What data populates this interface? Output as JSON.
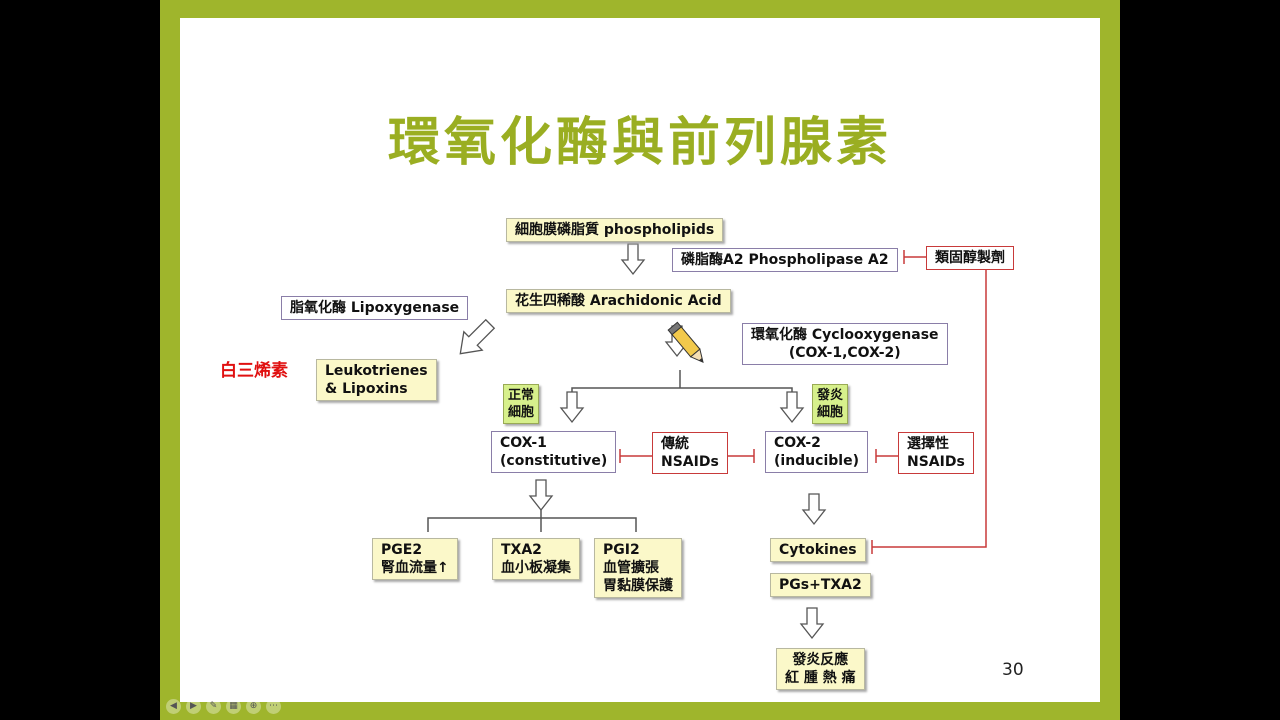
{
  "title": "環氧化酶與前列腺素",
  "page_number": "30",
  "nodes": {
    "phospholipids": "細胞膜磷脂質 phospholipids",
    "phospholipase": "磷脂酶A2 Phospholipase  A2",
    "steroids": "類固醇製劑",
    "arachidonic": "花生四稀酸 Arachidonic Acid",
    "lipoxygenase": "脂氧化酶 Lipoxygenase",
    "cyclooxygenase_1": "環氧化酶 Cyclooxygenase",
    "cyclooxygenase_2": "(COX-1,COX-2)",
    "leukotrienes_label": "白三烯素",
    "leukotrienes_1": "Leukotrienes",
    "leukotrienes_2": "& Lipoxins",
    "normal_cell_1": "正常",
    "normal_cell_2": "細胞",
    "inflamed_cell_1": "發炎",
    "inflamed_cell_2": "細胞",
    "cox1_1": "COX-1",
    "cox1_2": "(constitutive)",
    "nsaids_trad_1": "傳統",
    "nsaids_trad_2": "NSAIDs",
    "cox2_1": "COX-2",
    "cox2_2": "(inducible)",
    "nsaids_sel_1": "選擇性",
    "nsaids_sel_2": "NSAIDs",
    "pge2_1": "PGE2",
    "pge2_2": "腎血流量↑",
    "txa2_1": "TXA2",
    "txa2_2": "血小板凝集",
    "pgi2_1": "PGI2",
    "pgi2_2": "血管擴張",
    "pgi2_3": "胃黏膜保護",
    "cytokines": "Cytokines",
    "pgs_txa2": "PGs+TXA2",
    "inflammation_1": "發炎反應",
    "inflammation_2": "紅 腫 熱 痛"
  },
  "colors": {
    "frame": "#9fb52c",
    "title": "#9aae22",
    "inhibit": "#c83a3a",
    "label_red": "#e01010"
  }
}
